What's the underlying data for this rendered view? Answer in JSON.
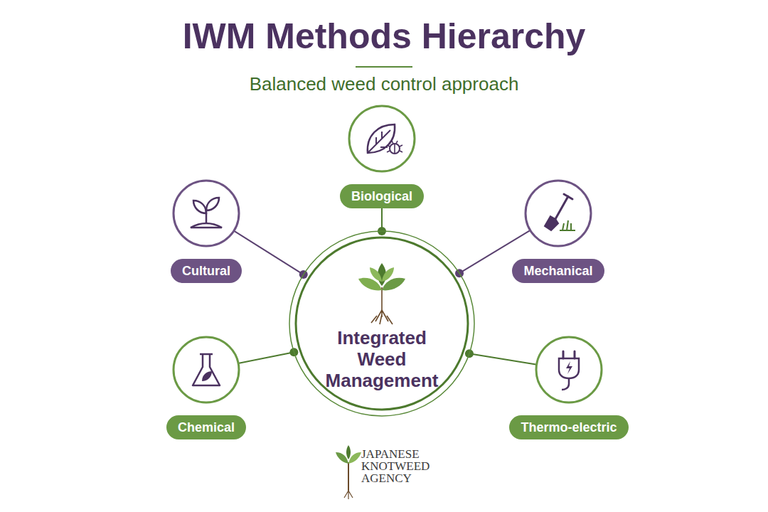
{
  "diagram": {
    "title": "IWM Methods Hierarchy",
    "nodes": [
      {
        "text": [
          "Integrated Weed Management"
        ]
      },
      {
        "text": [
          "Biological"
        ]
      },
      {
        "text": [
          "Cultural"
        ]
      },
      {
        "text": [
          "Mechanical"
        ]
      },
      {
        "text": [
          "Chemical"
        ]
      },
      {
        "text": [
          "Thermo-electric"
        ]
      }
    ],
    "edges": [
      {
        "from": 0,
        "to": 1,
        "arrow": "none"
      },
      {
        "from": 0,
        "to": 2,
        "arrow": "none"
      },
      {
        "from": 0,
        "to": 3,
        "arrow": "none"
      },
      {
        "from": 0,
        "to": 4,
        "arrow": "none"
      },
      {
        "from": 0,
        "to": 5,
        "arrow": "none"
      }
    ],
    "labels": [
      "Balanced weed control approach",
      "JAPANESE KNOTWEED AGENCY"
    ]
  }
}
